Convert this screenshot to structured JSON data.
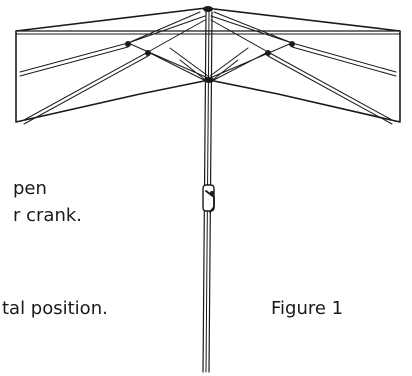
{
  "text": {
    "line1": "pen",
    "line2": "r crank.",
    "line3": "tal position.",
    "figure_label": "Figure 1"
  },
  "colors": {
    "ink": "#1a1a1a",
    "background": "#ffffff"
  }
}
